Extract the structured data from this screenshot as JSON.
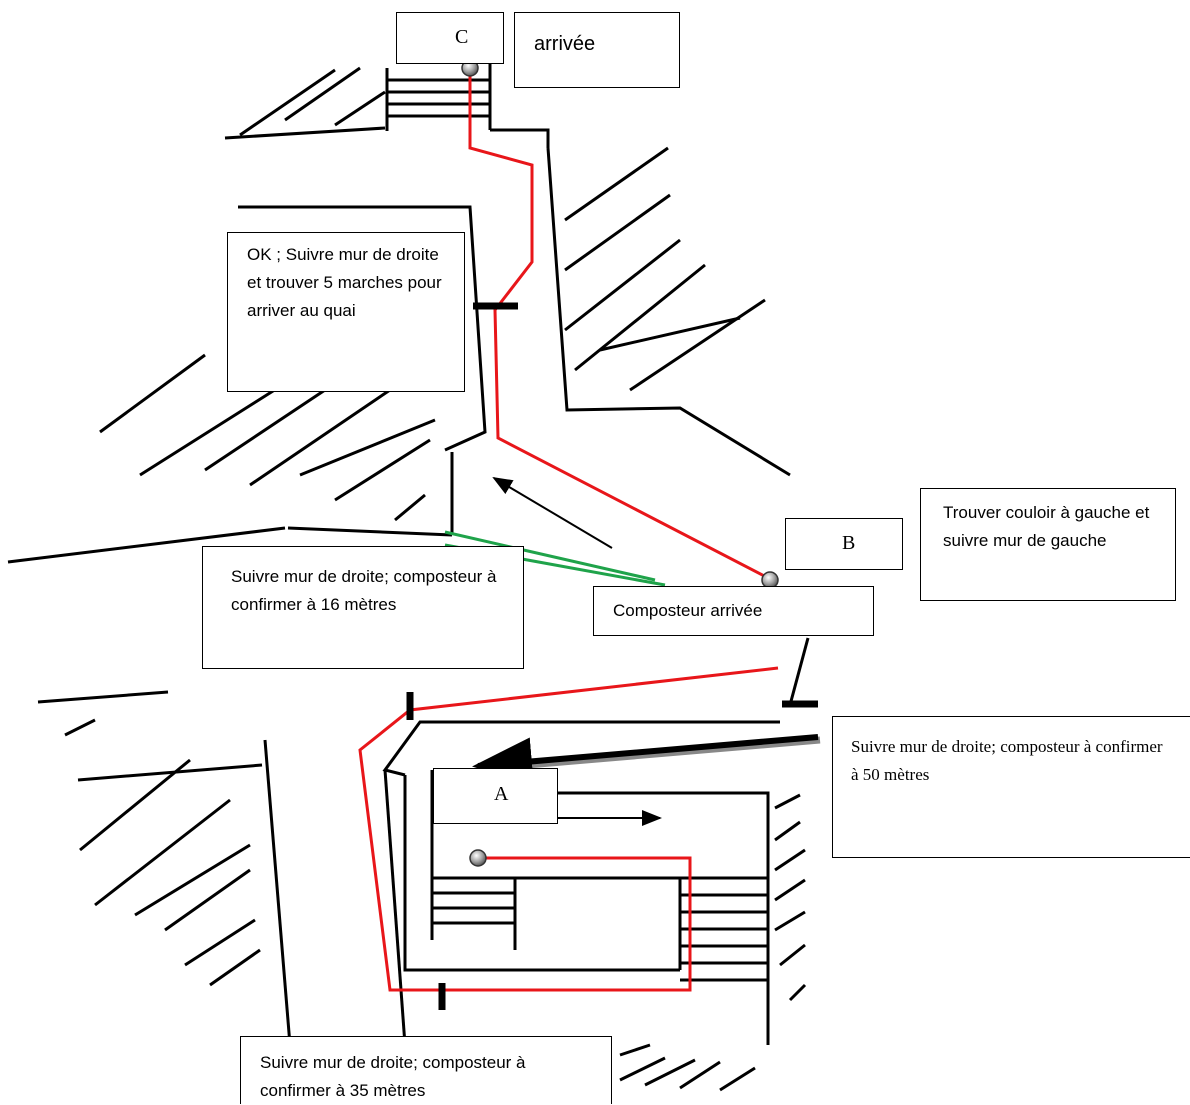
{
  "points": {
    "a": "A",
    "b": "B",
    "c": "C"
  },
  "labels": {
    "arrival": "arrivée",
    "composteur_arrival": "Composteur arrivée"
  },
  "instructions": {
    "top": "OK ; Suivre mur de droite et trouver 5 marches pour arriver au quai",
    "right": "Trouver couloir à gauche et suivre mur de gauche",
    "middle": "Suivre mur de droite; composteur à confirmer à 16 mètres",
    "right_lower": "Suivre mur de droite; composteur à confirmer à 50 mètres",
    "bottom": "Suivre mur de droite; composteur à confirmer à 35 mètres"
  },
  "colors": {
    "route": "#e8161a",
    "secondary_route": "#1fa34a",
    "walls": "#000000",
    "marker_fill": "#9a9a9a"
  }
}
